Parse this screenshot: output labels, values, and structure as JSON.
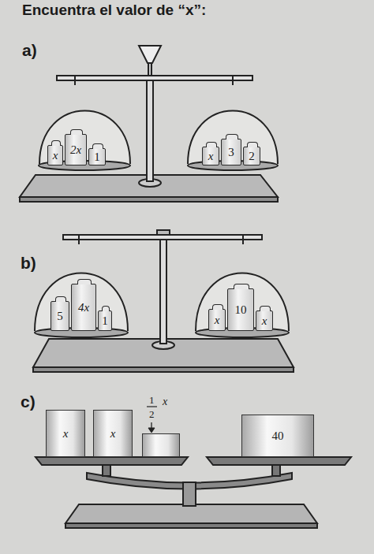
{
  "diagram": {
    "title": "Encuentra el valor de “x”:",
    "nodes": [
      {
        "text": [
          "x"
        ]
      },
      {
        "text": [
          "2x"
        ]
      },
      {
        "text": [
          "1"
        ]
      },
      {
        "text": [
          "x"
        ]
      },
      {
        "text": [
          "3"
        ]
      },
      {
        "text": [
          "2"
        ]
      },
      {
        "text": [
          "5"
        ]
      },
      {
        "text": [
          "4x"
        ]
      },
      {
        "text": [
          "1"
        ]
      },
      {
        "text": [
          "x"
        ]
      },
      {
        "text": [
          "10"
        ]
      },
      {
        "text": [
          "x"
        ]
      },
      {
        "text": [
          "x"
        ]
      },
      {
        "text": [
          "x"
        ]
      },
      {
        "text": [
          "1",
          "2",
          "x"
        ]
      },
      {
        "text": [
          "40"
        ]
      }
    ],
    "labels": [
      "a)",
      "b)",
      "c)"
    ]
  }
}
